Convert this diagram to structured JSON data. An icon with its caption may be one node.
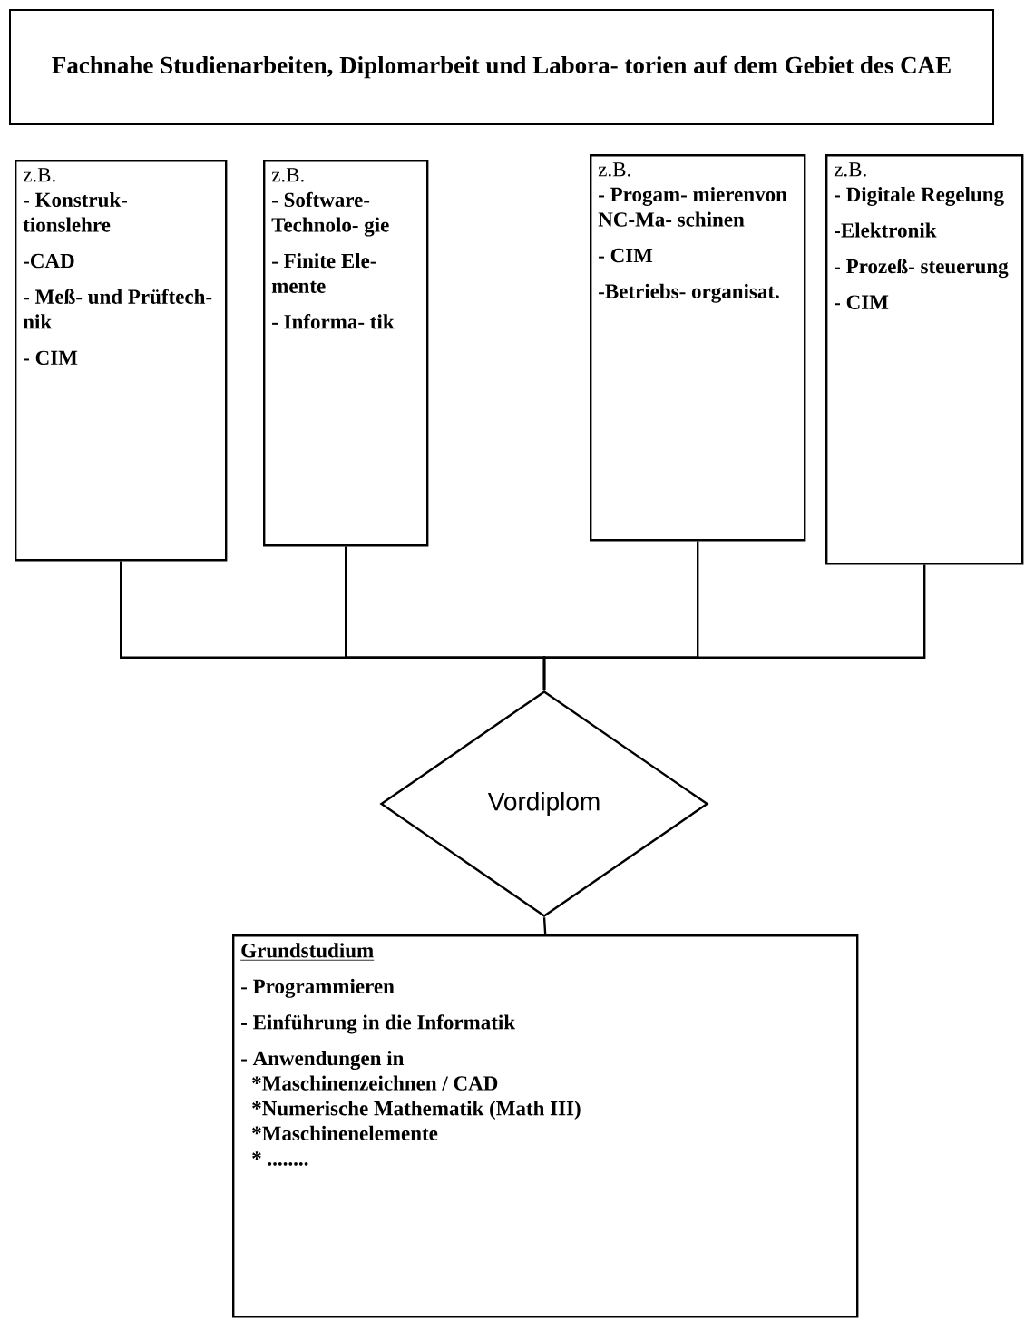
{
  "diagram": {
    "nodes": [
      {
        "text": [
          "Fachnahe Studienarbeiten, Diplomarbeit und Labora- torien auf dem Gebiet des CAE"
        ]
      },
      {
        "text": [
          "z.B.",
          "- Konstruk- tionslehre",
          "-CAD",
          "- Meß- und Prüftech- nik",
          "- CIM"
        ]
      },
      {
        "text": [
          "z.B.",
          "- Software- Technolo- gie",
          "- Finite Ele- mente",
          "- Informa- tik"
        ]
      },
      {
        "text": [
          "z.B.",
          "- Progam- mierenvon NC-Ma- schinen",
          "- CIM",
          "-Betriebs- organisat."
        ]
      },
      {
        "text": [
          "z.B.",
          "- Digitale Regelung",
          "-Elektronik",
          "- Prozeß- steuerung",
          "- CIM"
        ]
      },
      {
        "text": [
          "Vordiplom"
        ]
      },
      {
        "text": [
          "Grundstudium",
          "- Programmieren",
          "- Einführung in die Informatik",
          "- Anwendungen in",
          "*Maschinenzeichnen / CAD",
          "*Numerische Mathematik (Math III)",
          "*Maschinenelemente",
          "* ........"
        ]
      }
    ],
    "edges": [
      {
        "from": 1,
        "to": 5,
        "arrow": "none"
      },
      {
        "from": 2,
        "to": 5,
        "arrow": "none"
      },
      {
        "from": 3,
        "to": 5,
        "arrow": "none"
      },
      {
        "from": 4,
        "to": 5,
        "arrow": "none"
      },
      {
        "from": 5,
        "to": 6,
        "arrow": "none"
      }
    ]
  }
}
